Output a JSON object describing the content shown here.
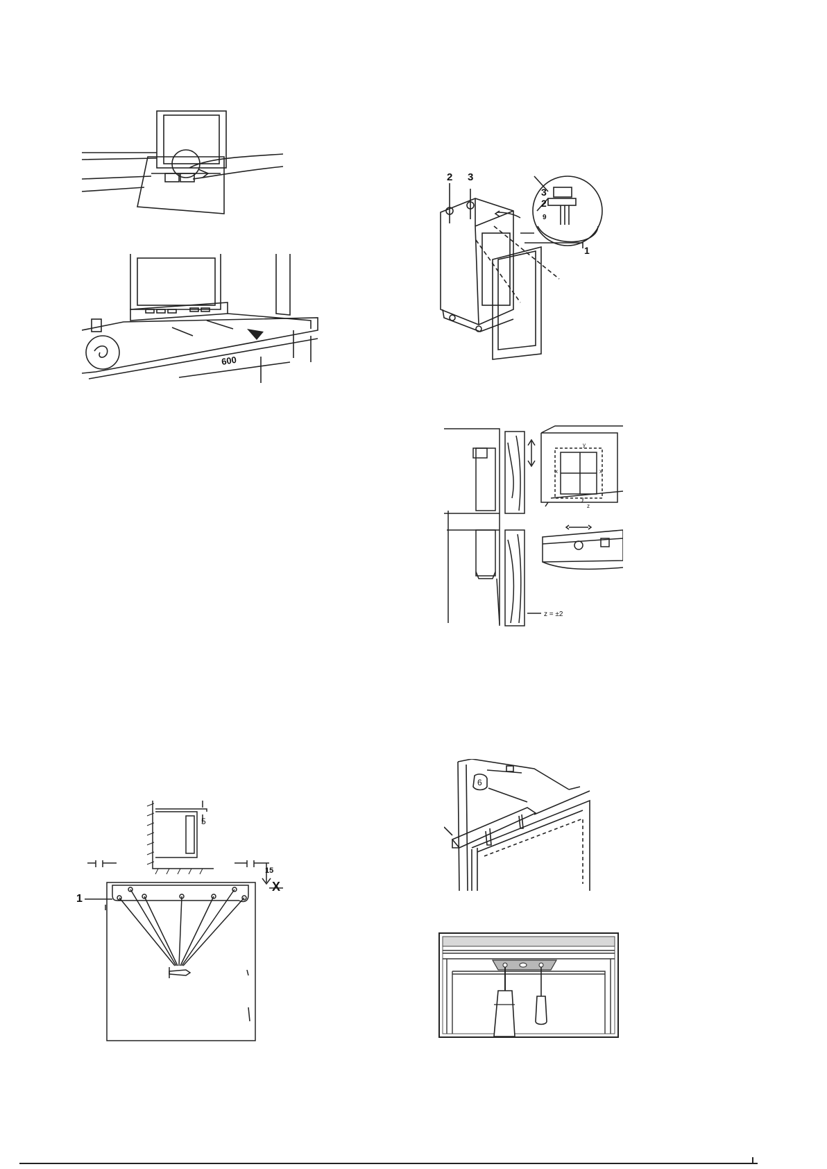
{
  "figures": {
    "hinge_detail": {
      "labels": [
        "2",
        "3",
        "3",
        "2",
        "9",
        "1"
      ]
    },
    "plinth_install": {
      "dimension_label": "600"
    },
    "door_adjust": {
      "tolerance_label": "z = ±2",
      "axis_labels": [
        "y",
        "x",
        "x",
        "y",
        "z"
      ]
    },
    "panel_bracket": {
      "labels": [
        "5",
        "15",
        "X",
        "1"
      ]
    },
    "top_bracket": {
      "labels": [
        "6"
      ]
    }
  }
}
